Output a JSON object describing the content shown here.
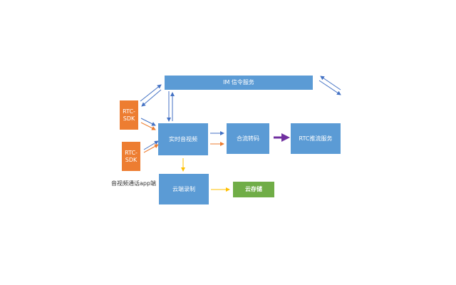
{
  "diagram": {
    "im_service": "IM 信令服务",
    "rtc_sdk_top": "RTC-SDK",
    "rtc_sdk_bottom": "RTC-SDK",
    "realtime_av": "实时音视频",
    "mix_transcode": "合流转码",
    "rtc_push_service": "RTC推流服务",
    "cloud_recording": "云端录制",
    "cloud_storage": "云存储",
    "app_caption": "音视频通话app端"
  },
  "colors": {
    "blue": "#5b9bd5",
    "orange": "#ed7d31",
    "green": "#70ad47",
    "arrow_blue": "#4472c4",
    "arrow_orange": "#ed7d31",
    "arrow_yellow": "#ffc000",
    "arrow_purple": "#7030a0"
  }
}
